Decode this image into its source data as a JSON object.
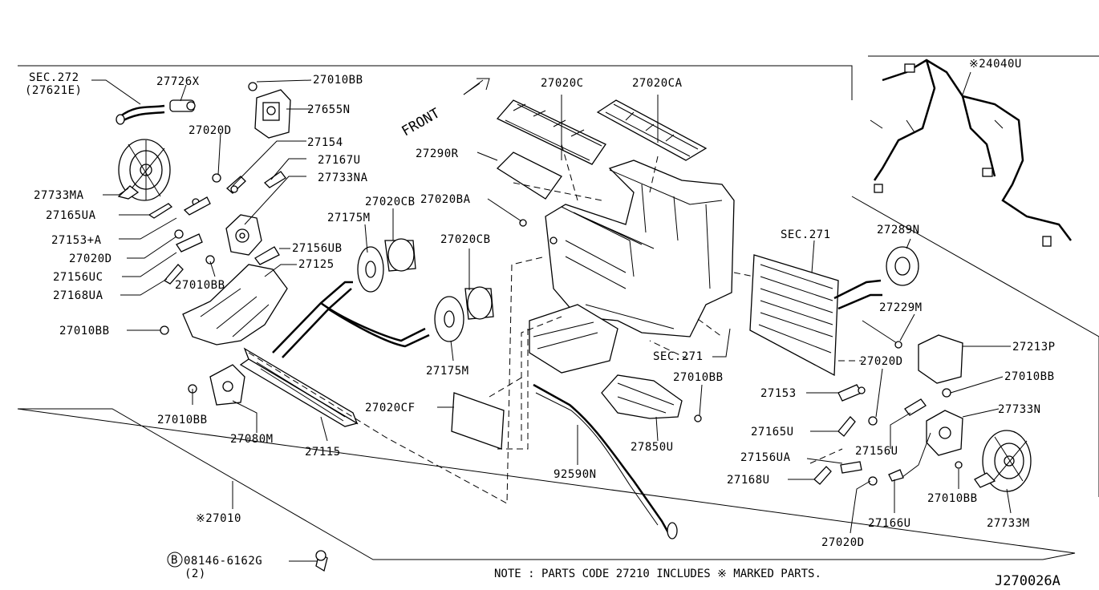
{
  "labels": {
    "sec272": "SEC.272",
    "sec272_sub": "(27621E)",
    "p27726x": "27726X",
    "p27010bb_a": "27010BB",
    "p27655n": "27655N",
    "p27020d_a": "27020D",
    "p27154": "27154",
    "p27167u": "27167U",
    "p27733na": "27733NA",
    "p27733ma": "27733MA",
    "p27165ua": "27165UA",
    "p27153a": "27153+A",
    "p27020d_b": "27020D",
    "p27156uc": "27156UC",
    "p27168ua": "27168UA",
    "p27010bb_b": "27010BB",
    "p27156ub": "27156UB",
    "p27125": "27125",
    "p27010bb_c": "27010BB",
    "p27010bb_d": "27010BB",
    "p27080m": "27080M",
    "p27115": "27115",
    "p27010_star": "※27010",
    "bolt_code": "08146-6162G",
    "bolt_qty": "(2)",
    "bolt_b": "B",
    "front": "FRONT",
    "p27020c": "27020C",
    "p27020ca": "27020CA",
    "p27290r": "27290R",
    "p27020cb_a": "27020CB",
    "p27175m_a": "27175M",
    "p27020ba": "27020BA",
    "p27020cb_b": "27020CB",
    "p27175m_b": "27175M",
    "p27020cf": "27020CF",
    "p92590n": "92590N",
    "sec271_a": "SEC.271",
    "sec271_b": "SEC.271",
    "p27010bb_e": "27010BB",
    "p27850u": "27850U",
    "p24040u": "※24040U",
    "p27289n": "27289N",
    "p27229m": "27229M",
    "p27213p": "27213P",
    "p27020d_c": "27020D",
    "p27010bb_f": "27010BB",
    "p27153": "27153",
    "p27165u": "27165U",
    "p27733n": "27733N",
    "p27156u": "27156U",
    "p27156ua": "27156UA",
    "p27168u": "27168U",
    "p27010bb_g": "27010BB",
    "p27166u": "27166U",
    "p27733m": "27733M",
    "p27020d_d": "27020D"
  },
  "note": "NOTE : PARTS CODE 27210 INCLUDES ※ MARKED PARTS.",
  "drawing_code": "J270026A"
}
